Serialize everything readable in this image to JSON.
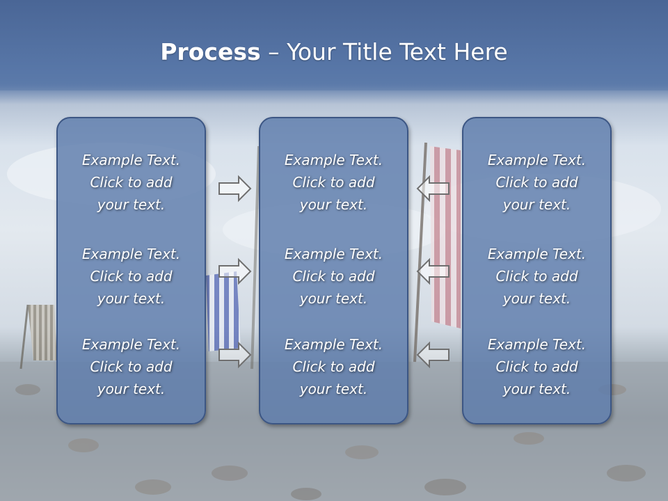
{
  "title": {
    "bold": "Process",
    "rest": " – Your Title Text Here"
  },
  "panels": [
    {
      "cells": [
        {
          "line1": "Example Text.",
          "line2": "Click  to add",
          "line3": "your text."
        },
        {
          "line1": "Example Text.",
          "line2": "Click  to add",
          "line3": "your text."
        },
        {
          "line1": "Example Text.",
          "line2": "Click  to add",
          "line3": "your text."
        }
      ]
    },
    {
      "cells": [
        {
          "line1": "Example Text.",
          "line2": "Click  to add",
          "line3": "your text."
        },
        {
          "line1": "Example Text.",
          "line2": "Click  to add",
          "line3": "your text."
        },
        {
          "line1": "Example Text.",
          "line2": "Click  to add",
          "line3": "your text."
        }
      ]
    },
    {
      "cells": [
        {
          "line1": "Example Text.",
          "line2": "Click  to add",
          "line3": "your text."
        },
        {
          "line1": "Example Text.",
          "line2": "Click  to add",
          "line3": "your text."
        },
        {
          "line1": "Example Text.",
          "line2": "Click  to add",
          "line3": "your text."
        }
      ]
    }
  ],
  "arrows": {
    "left_column": [
      "arrow-right-icon",
      "arrow-right-icon",
      "arrow-right-icon"
    ],
    "right_column": [
      "arrow-left-icon",
      "arrow-left-icon",
      "arrow-left-icon"
    ]
  },
  "colors": {
    "title_band": "#5877a8",
    "panel_fill": "#5e7cac",
    "panel_border": "#3c5684",
    "text": "#ffffff"
  }
}
